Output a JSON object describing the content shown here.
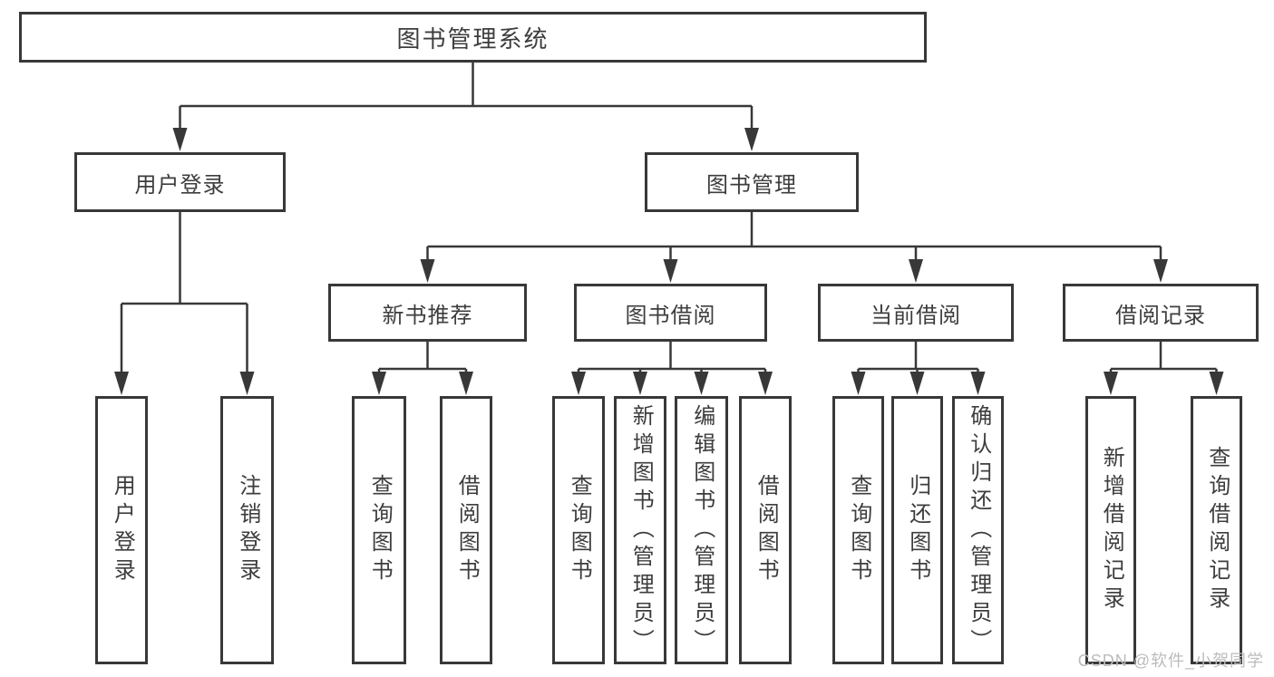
{
  "diagram": {
    "root": {
      "label": "图书管理系统"
    },
    "level2": [
      {
        "label": "用户登录"
      },
      {
        "label": "图书管理"
      }
    ],
    "level3": [
      {
        "label": "新书推荐"
      },
      {
        "label": "图书借阅"
      },
      {
        "label": "当前借阅"
      },
      {
        "label": "借阅记录"
      }
    ],
    "leaves": {
      "user_login": [
        {
          "label": "用户登录"
        },
        {
          "label": "注销登录"
        }
      ],
      "new_book_recommend": [
        {
          "label": "查询图书"
        },
        {
          "label": "借阅图书"
        }
      ],
      "book_borrow": [
        {
          "label": "查询图书"
        },
        {
          "label": "新增图书（管理员）"
        },
        {
          "label": "编辑图书（管理员）"
        },
        {
          "label": "借阅图书"
        }
      ],
      "current_borrow": [
        {
          "label": "查询图书"
        },
        {
          "label": "归还图书"
        },
        {
          "label": "确认归还（管理员）"
        }
      ],
      "borrow_records": [
        {
          "label": "新增借阅记录"
        },
        {
          "label": "查询借阅记录"
        }
      ]
    }
  },
  "watermark": {
    "text": "CSDN @软件_小贺同学"
  },
  "colors": {
    "line": "#383838",
    "box_border": "#383838",
    "text": "#3d3d3d",
    "watermark": "#bcbcbc",
    "background": "#ffffff"
  }
}
